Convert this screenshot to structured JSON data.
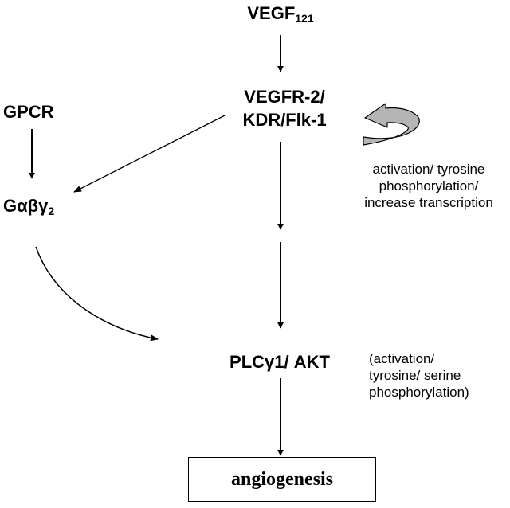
{
  "nodes": {
    "vegf": {
      "main": "VEGF",
      "sub": "121"
    },
    "vegfr": {
      "line1": "VEGFR-2/",
      "line2": "KDR/Flk-1"
    },
    "gpcr": "GPCR",
    "g_protein": {
      "main": "Gαβγ",
      "sub": "2"
    },
    "plc_akt": "PLCγ1/ AKT",
    "outcome": "angiogenesis"
  },
  "annotations": {
    "receptor_effect": [
      "activation/ tyrosine",
      "phosphorylation/",
      "increase transcription"
    ],
    "plc_effect": [
      "(activation/",
      "tyrosine/ serine",
      "phosphorylation)"
    ]
  },
  "colors": {
    "line": "#000000",
    "feedback_arrow_fill": "#b5b5b5"
  }
}
